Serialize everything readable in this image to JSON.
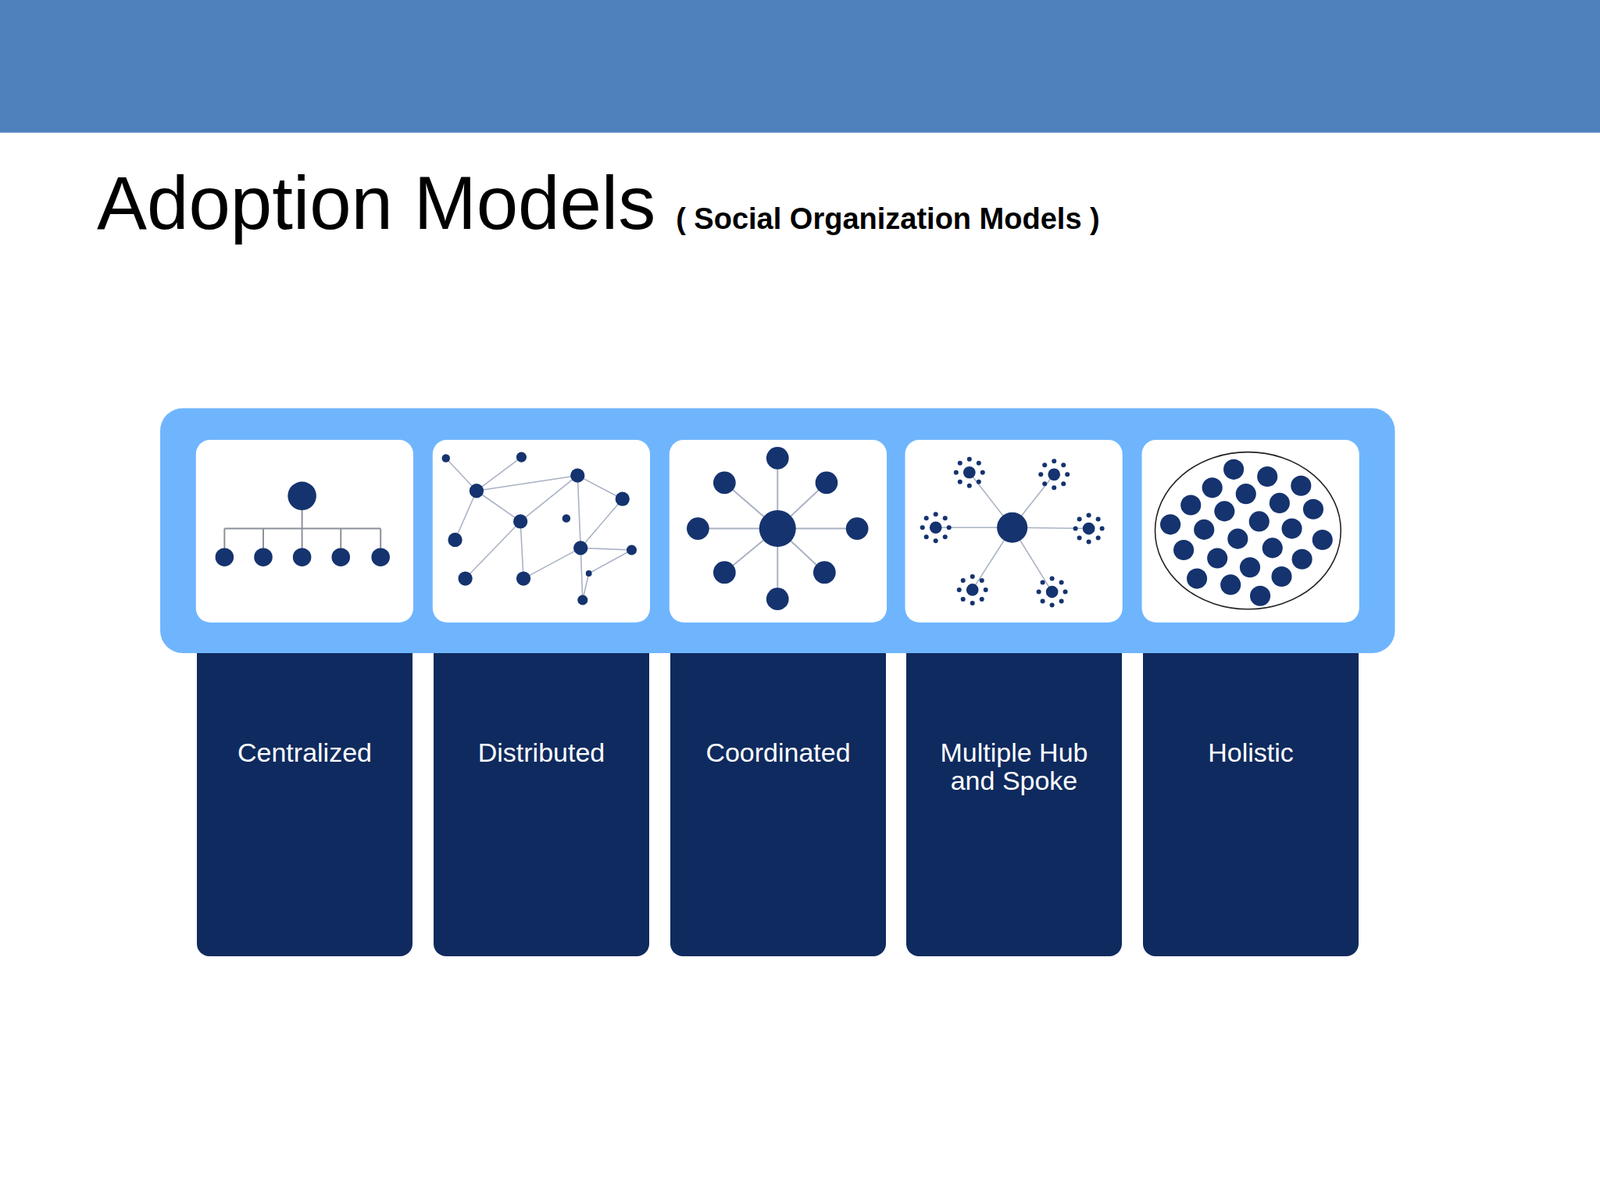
{
  "diagram": {
    "title": "Adoption Models",
    "nodes": [
      {
        "text": [
          "Centralized"
        ]
      },
      {
        "text": [
          "Distributed"
        ]
      },
      {
        "text": [
          "Coordinated"
        ]
      },
      {
        "text": [
          "Multiple Hub and Spoke"
        ]
      },
      {
        "text": [
          "Holistic"
        ]
      }
    ],
    "labels": [
      "( Social Organization Models )"
    ]
  }
}
